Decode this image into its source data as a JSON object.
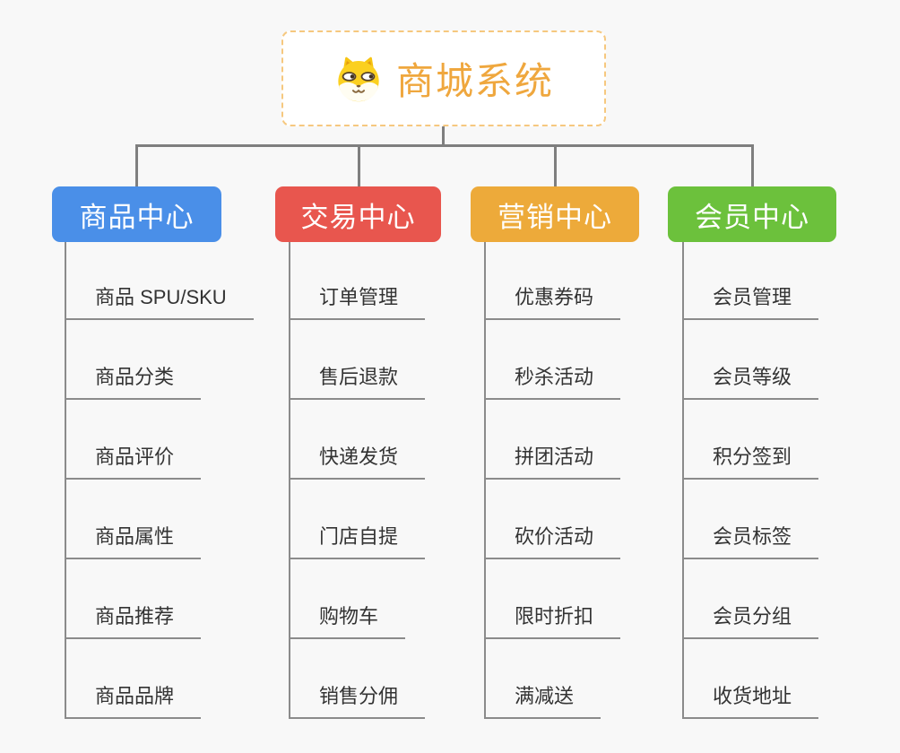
{
  "canvas": {
    "background": "#f8f8f8",
    "connector_color": "#7f7f7f",
    "leaf_line_color": "#8b8b8b",
    "leaf_text_color": "#333333"
  },
  "root": {
    "title": "商城系统",
    "icon": "shiba-dog-icon",
    "text_color": "#efa73e",
    "border_color": "#f6c87f"
  },
  "branches": [
    {
      "label": "商品中心",
      "color": "#4a8fe8",
      "items": [
        "商品 SPU/SKU",
        "商品分类",
        "商品评价",
        "商品属性",
        "商品推荐",
        "商品品牌"
      ]
    },
    {
      "label": "交易中心",
      "color": "#e8564e",
      "items": [
        "订单管理",
        "售后退款",
        "快递发货",
        "门店自提",
        "购物车",
        "销售分佣"
      ]
    },
    {
      "label": "营销中心",
      "color": "#edaa3a",
      "items": [
        "优惠券码",
        "秒杀活动",
        "拼团活动",
        "砍价活动",
        "限时折扣",
        "满减送"
      ]
    },
    {
      "label": "会员中心",
      "color": "#6cc13c",
      "items": [
        "会员管理",
        "会员等级",
        "积分签到",
        "会员标签",
        "会员分组",
        "收货地址"
      ]
    }
  ]
}
